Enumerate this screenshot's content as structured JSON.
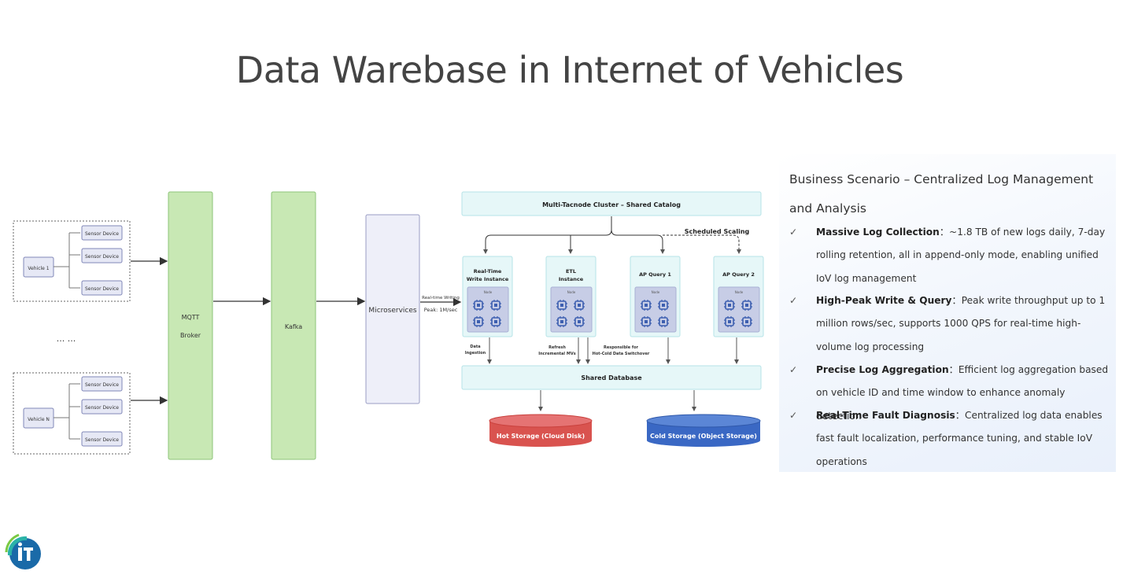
{
  "title": "Data Warebase in Internet of Vehicles",
  "diagram": {
    "vehicle_top": "Vehicle 1",
    "vehicle_bottom": "Vehicle N",
    "sensor": "Sensor Device",
    "ellipsis": "... ...",
    "mqtt_line1": "MQTT",
    "mqtt_line2": "Broker",
    "kafka": "Kafka",
    "microservices": "Microservices",
    "rt_write": "Real-time Writing",
    "peak": "Peak: 1M/sec",
    "cluster": "Multi-Tacnode Cluster – Shared Catalog",
    "scheduled": "Scheduled Scaling",
    "inst1_l1": "Real-Time",
    "inst1_l2": "Write Instance",
    "inst2_l1": "ETL",
    "inst2_l2": "Instance",
    "inst3": "AP Query 1",
    "inst4": "AP Query 2",
    "node": "Node",
    "ingest_l1": "Data",
    "ingest_l2": "Ingestion",
    "refresh_l1": "Refresh",
    "refresh_l2": "Incremental MVs",
    "resp_l1": "Responsible for",
    "resp_l2": "Hot-Cold Data Switchover",
    "shared_db": "Shared Database",
    "hot": "Hot Storage (Cloud Disk)",
    "cold": "Cold Storage (Object Storage)"
  },
  "panel": {
    "title": "Business Scenario – Centralized Log Management and Analysis",
    "check_mark": "✓",
    "bullets": [
      {
        "head": "Massive Log Collection",
        "text": "~1.8 TB of new logs daily, 7-day rolling retention, all in append-only mode, enabling unified IoV log management"
      },
      {
        "head": "High-Peak Write & Query",
        "text": "Peak write throughput up to 1 million rows/sec, supports 1000 QPS for real-time high-volume log processing"
      },
      {
        "head": "Precise Log Aggregation",
        "text": "Efficient log aggregation based on vehicle ID and time window to enhance anomaly detection"
      },
      {
        "head": "Real-Time Fault Diagnosis",
        "text": "Centralized log data enables fast fault localization, performance tuning, and stable IoV operations"
      }
    ],
    "sep": "："
  },
  "colors": {
    "green_fill": "#c8e8b4",
    "green_stroke": "#8ec47a",
    "cyan_fill": "#e6f7f8",
    "cyan_stroke": "#b6e3e7",
    "hot_storage": "#d9534f",
    "cold_storage": "#3a68c4"
  },
  "logo_icon": "circular-logo-icon"
}
